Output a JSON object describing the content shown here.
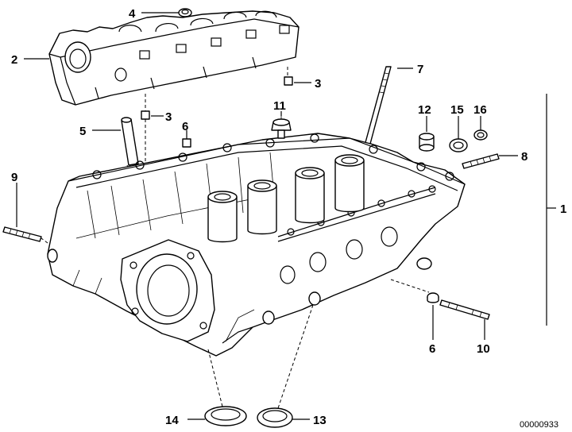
{
  "diagram": {
    "reference_number": "00000933",
    "callouts": [
      {
        "id": "c4",
        "label": "4"
      },
      {
        "id": "c2",
        "label": "2"
      },
      {
        "id": "c3a",
        "label": "3"
      },
      {
        "id": "c7",
        "label": "7"
      },
      {
        "id": "c3b",
        "label": "3"
      },
      {
        "id": "c11",
        "label": "11"
      },
      {
        "id": "c12",
        "label": "12"
      },
      {
        "id": "c15",
        "label": "15"
      },
      {
        "id": "c16",
        "label": "16"
      },
      {
        "id": "c5",
        "label": "5"
      },
      {
        "id": "c6a",
        "label": "6"
      },
      {
        "id": "c8",
        "label": "8"
      },
      {
        "id": "c9",
        "label": "9"
      },
      {
        "id": "c1",
        "label": "1"
      },
      {
        "id": "c6b",
        "label": "6"
      },
      {
        "id": "c10",
        "label": "10"
      },
      {
        "id": "c14",
        "label": "14"
      },
      {
        "id": "c13",
        "label": "13"
      }
    ]
  }
}
